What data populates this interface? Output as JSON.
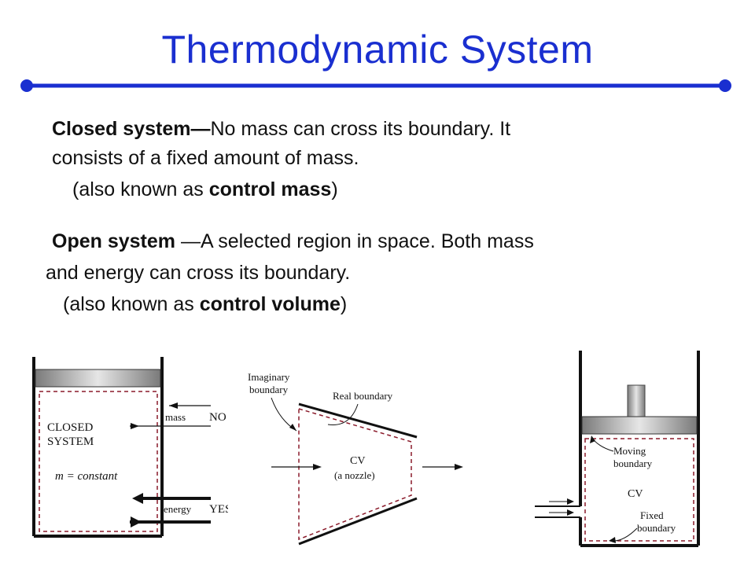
{
  "slide": {
    "title": "Thermodynamic System",
    "accent_color": "#1a2fd0"
  },
  "closed_system": {
    "term": "Closed system",
    "dash": "—",
    "definition_line1": "No mass can cross its boundary. It",
    "definition_line2": "consists of a fixed amount of mass.",
    "aka_open": "(also known as ",
    "aka_term": "control mass",
    "aka_close": ")"
  },
  "open_system": {
    "term": "Open system",
    "dash": " —",
    "definition_line1": "A selected region in space. Both mass",
    "definition_line2": "and energy can cross its boundary.",
    "aka_open": "(also known as ",
    "aka_term": "control volume",
    "aka_close": ")"
  },
  "figures": {
    "closed_tank": {
      "label_line1": "CLOSED",
      "label_line2": "SYSTEM",
      "mass_equation": "m = constant",
      "mass_label": "mass",
      "mass_answer": "NO",
      "energy_label": "energy",
      "energy_answer": "YES"
    },
    "nozzle": {
      "imaginary_line1": "Imaginary",
      "imaginary_line2": "boundary",
      "real_boundary": "Real boundary",
      "cv_label": "CV",
      "cv_sub": "(a nozzle)"
    },
    "piston": {
      "moving_line1": "Moving",
      "moving_line2": "boundary",
      "cv_label": "CV",
      "fixed_line1": "Fixed",
      "fixed_line2": "boundary"
    }
  }
}
